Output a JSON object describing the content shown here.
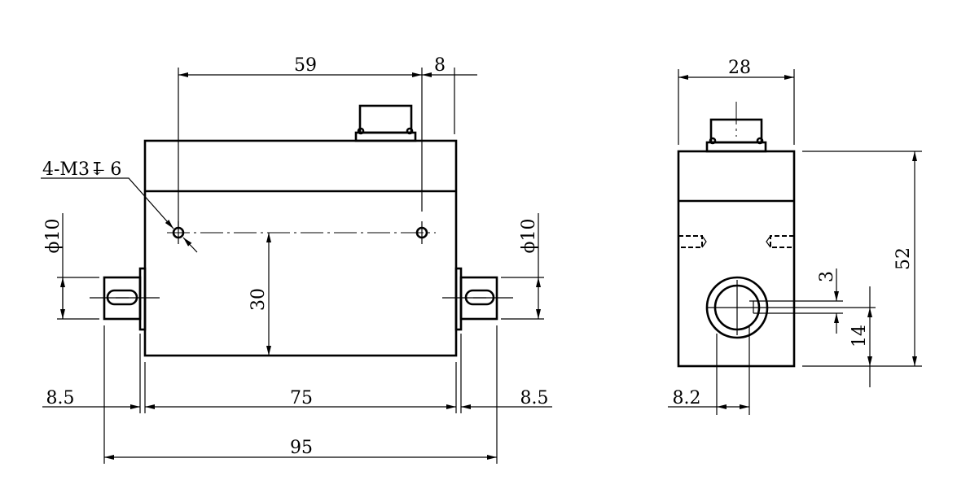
{
  "front_view": {
    "dim_hole_spacing": "59",
    "dim_connector_offset": "8",
    "thread_note": "4-M3↧̶ 6",
    "dim_shaft_dia_left": "ϕ10",
    "dim_shaft_dia_right": "ϕ10",
    "dim_hole_height": "30",
    "dim_shaft_left": "8.5",
    "dim_body_length": "75",
    "dim_shaft_right": "8.5",
    "dim_overall_length": "95"
  },
  "side_view": {
    "dim_width": "28",
    "dim_height": "52",
    "dim_key": "3",
    "dim_shaft_center": "14",
    "dim_shaft_offset": "8.2"
  }
}
